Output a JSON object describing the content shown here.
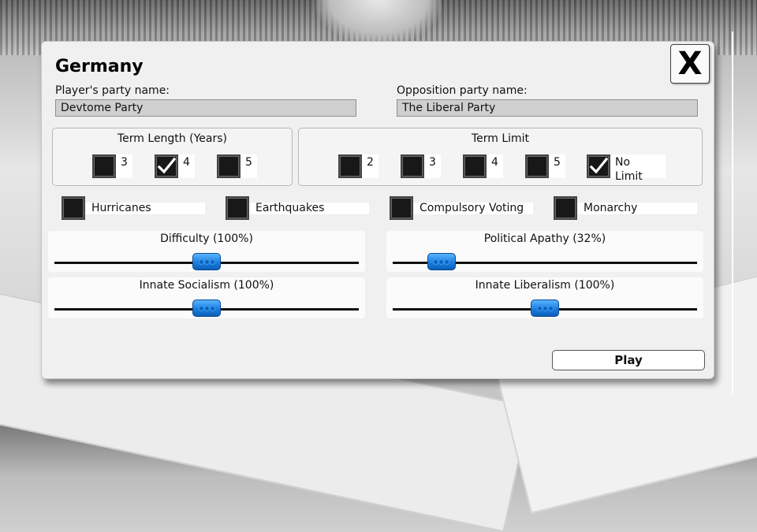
{
  "title": "Germany",
  "close_label": "X",
  "player_party": {
    "label": "Player's party name:",
    "value": "Devtome Party"
  },
  "opposition_party": {
    "label": "Opposition party name:",
    "value": "The Liberal Party"
  },
  "term_length": {
    "title": "Term Length (Years)",
    "options": [
      {
        "label": "3",
        "checked": false
      },
      {
        "label": "4",
        "checked": true
      },
      {
        "label": "5",
        "checked": false
      }
    ]
  },
  "term_limit": {
    "title": "Term Limit",
    "options": [
      {
        "label": "2",
        "checked": false
      },
      {
        "label": "3",
        "checked": false
      },
      {
        "label": "4",
        "checked": false
      },
      {
        "label": "5",
        "checked": false
      },
      {
        "label": "No Limit",
        "checked": true
      }
    ]
  },
  "toggles": [
    {
      "label": "Hurricanes",
      "checked": false
    },
    {
      "label": "Earthquakes",
      "checked": false
    },
    {
      "label": "Compulsory Voting",
      "checked": false
    },
    {
      "label": "Monarchy",
      "checked": false
    }
  ],
  "sliders": {
    "difficulty": {
      "label": "Difficulty (100%)",
      "value_percent": 100
    },
    "political_apathy": {
      "label": "Political Apathy (32%)",
      "value_percent": 32
    },
    "innate_socialism": {
      "label": "Innate Socialism (100%)",
      "value_percent": 100
    },
    "innate_liberalism": {
      "label": "Innate Liberalism (100%)",
      "value_percent": 100
    }
  },
  "play_label": "Play",
  "colors": {
    "slider_handle": "#1a7fe0",
    "checkbox": "#181818",
    "panel": "#f0f0f0"
  }
}
